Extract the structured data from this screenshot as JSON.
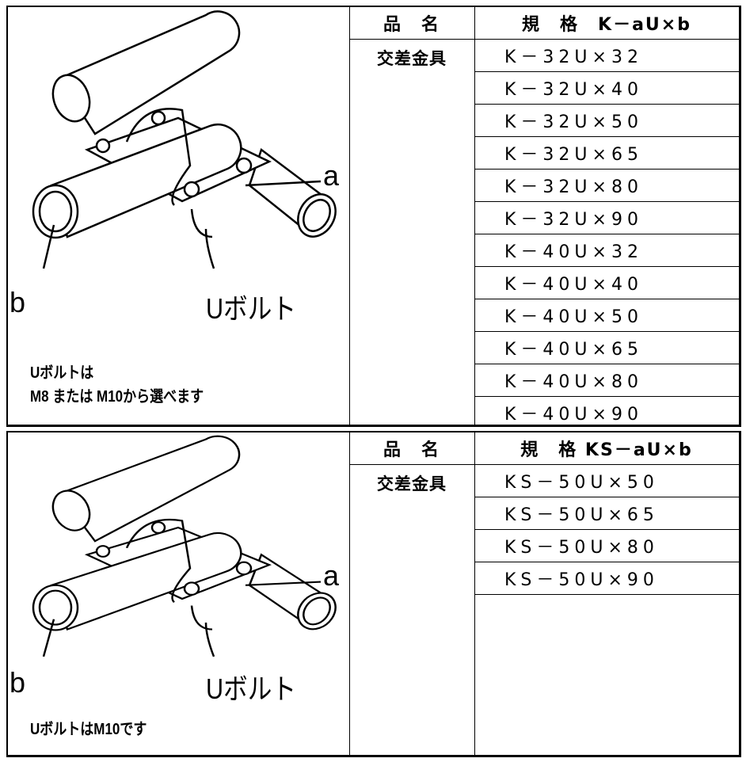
{
  "table1": {
    "name_header": "品　名",
    "spec_header": "規　格　K－aU×b",
    "product_name": "交差金具",
    "specs": [
      "K－32U×32",
      "K－32U×40",
      "K－32U×50",
      "K－32U×65",
      "K－32U×80",
      "K－32U×90",
      "K－40U×32",
      "K－40U×40",
      "K－40U×50",
      "K－40U×65",
      "K－40U×80",
      "K－40U×90"
    ],
    "labels": {
      "a": "a",
      "b": "b",
      "ubolt": "Uボルト"
    },
    "note_lines": [
      "Uボルトは",
      "M8 または M10から選べます"
    ]
  },
  "table2": {
    "name_header": "品　名",
    "spec_header": "規　格 KS－aU×b",
    "product_name": "交差金具",
    "specs": [
      "KS－50U×50",
      "KS－50U×65",
      "KS－50U×80",
      "KS－50U×90"
    ],
    "labels": {
      "a": "a",
      "b": "b",
      "ubolt": "Uボルト"
    },
    "note_lines": [
      "UボルトはM10です"
    ]
  }
}
